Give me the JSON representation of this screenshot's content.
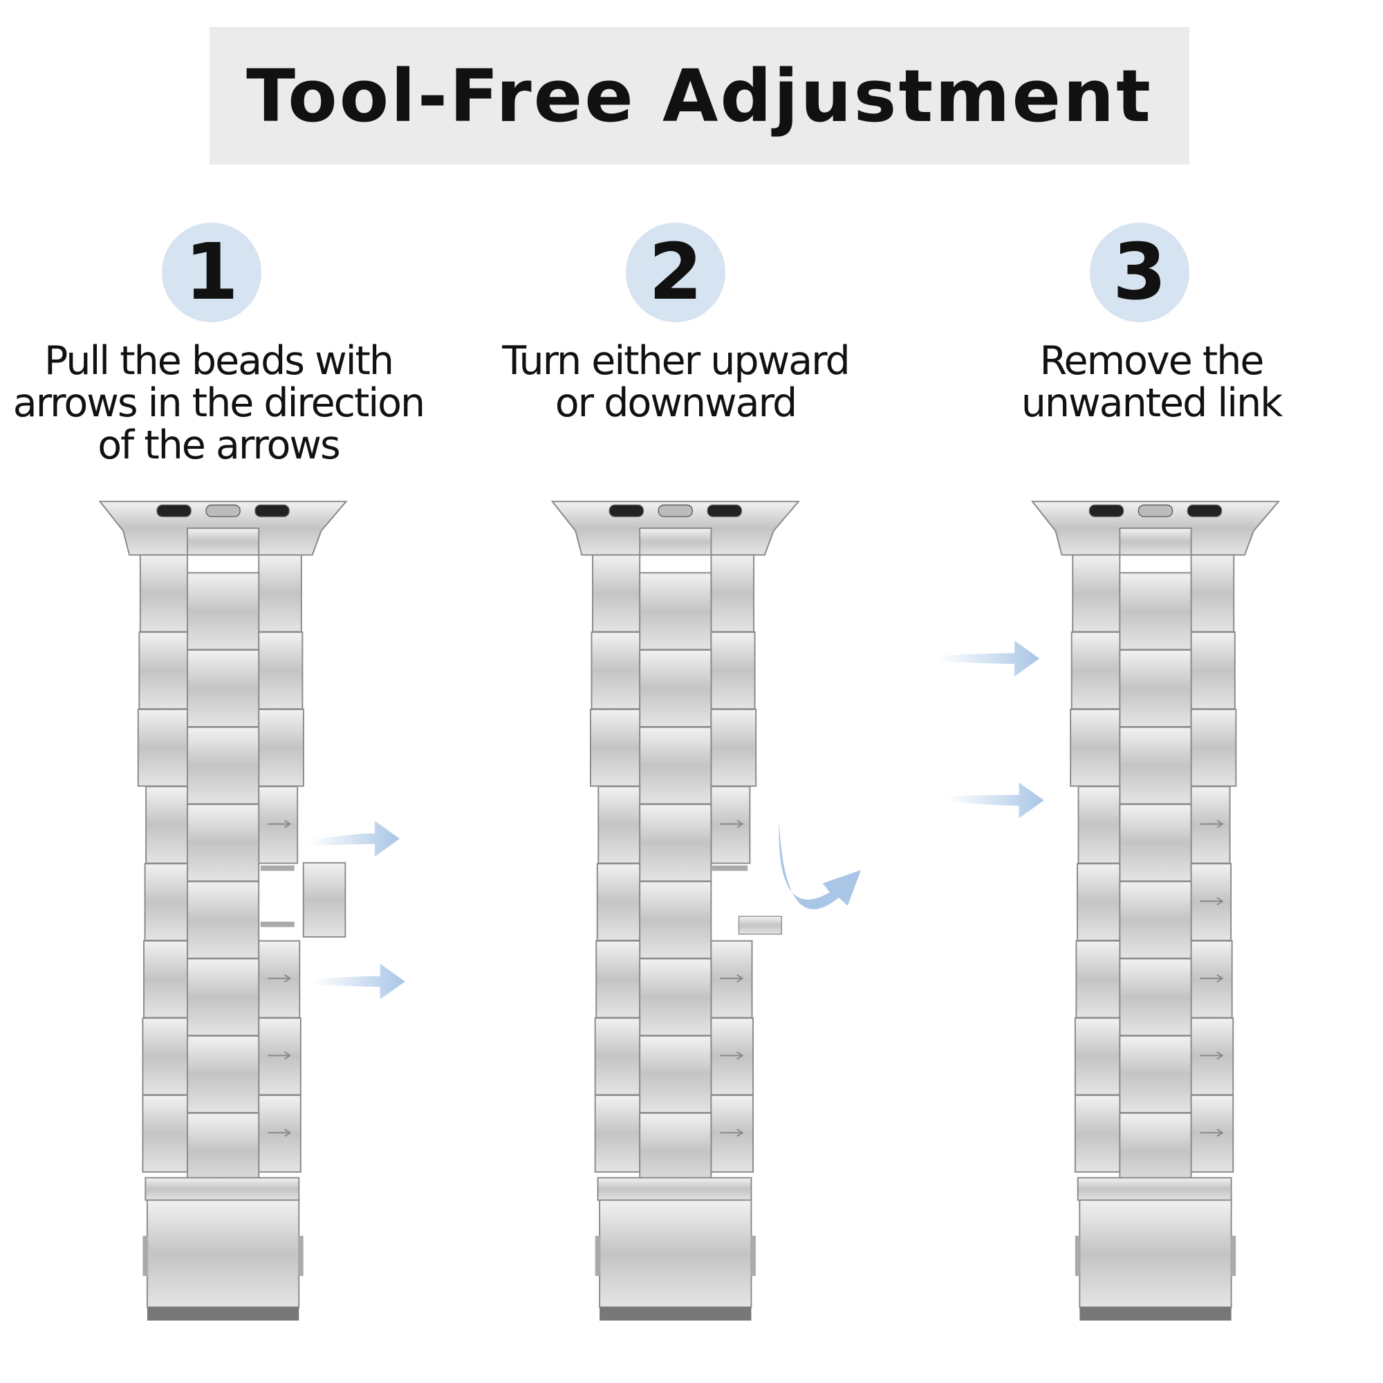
{
  "header": {
    "title": "Tool-Free Adjustment"
  },
  "steps": [
    {
      "number": "1",
      "lines": [
        "Pull the beads with",
        "arrows in the direction",
        "of  the arrows"
      ]
    },
    {
      "number": "2",
      "lines": [
        "Turn either upward",
        "or downward"
      ]
    },
    {
      "number": "3",
      "lines": [
        "Remove the",
        "unwanted link"
      ]
    }
  ],
  "colors": {
    "title_bg": "#ebebeb",
    "circle": "#d6e3f0",
    "arrow": "#a9c6e6",
    "metal": "#c9c9c9"
  }
}
